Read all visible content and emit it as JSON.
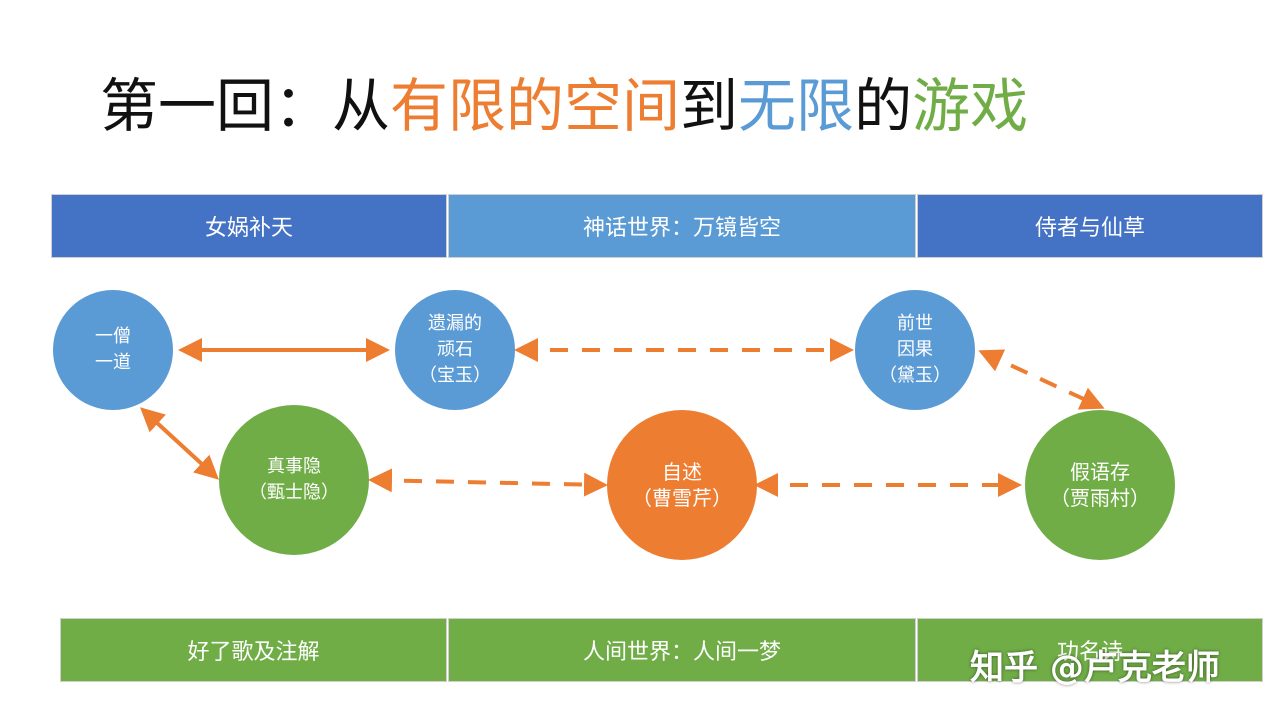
{
  "title": {
    "parts": [
      {
        "text": "第一回：从",
        "color": "#111111"
      },
      {
        "text": "有限的空间",
        "color": "#ed7d31"
      },
      {
        "text": "到",
        "color": "#111111"
      },
      {
        "text": "无限",
        "color": "#5b9bd5"
      },
      {
        "text": "的",
        "color": "#111111"
      },
      {
        "text": "游戏",
        "color": "#70ad47"
      }
    ]
  },
  "top_bands": [
    {
      "label": "女娲补天",
      "color": "#4472c4"
    },
    {
      "label": "神话世界：万镜皆空",
      "color": "#5b9bd5"
    },
    {
      "label": "侍者与仙草",
      "color": "#4472c4"
    }
  ],
  "bottom_bands": [
    {
      "label": "好了歌及注解",
      "color": "#70ad47"
    },
    {
      "label": "人间世界：人间一梦",
      "color": "#70ad47"
    },
    {
      "label": "功名诗",
      "color": "#70ad47"
    }
  ],
  "nodes": {
    "monk_taoist": {
      "line1": "一僧",
      "line2": "一道"
    },
    "stone": {
      "line1": "遗漏的",
      "line2": "顽石",
      "line3": "（宝玉）"
    },
    "past_life": {
      "line1": "前世",
      "line2": "因果",
      "line3": "（黛玉）"
    },
    "zhen_shiyin": {
      "line1": "真事隐",
      "line2": "（甄士隐）"
    },
    "self_narration": {
      "line1": "自述",
      "line2": "（曹雪芹）"
    },
    "jia_yucun": {
      "line1": "假语存",
      "line2": "（贾雨村）"
    }
  },
  "colors": {
    "arrow": "#ed7d31",
    "blue": "#5b9bd5",
    "green": "#70ad47",
    "orange": "#ed7d31"
  },
  "watermark": "知乎 @卢克老师"
}
